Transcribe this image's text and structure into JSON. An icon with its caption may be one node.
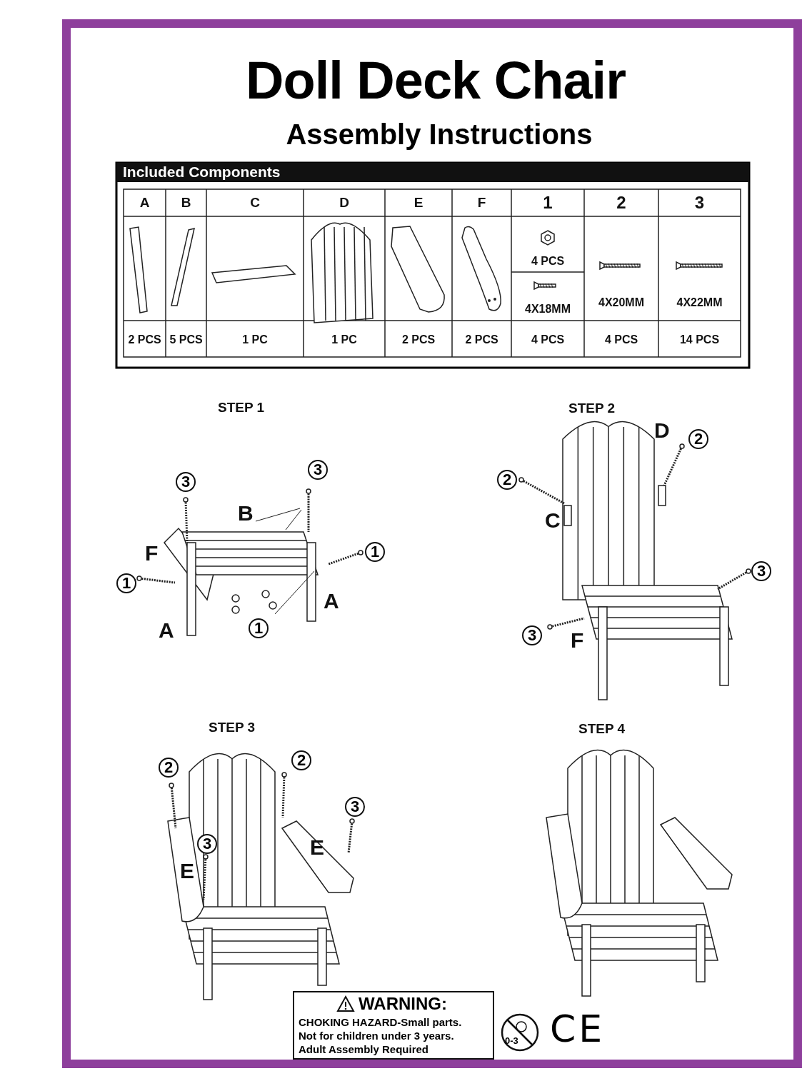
{
  "diagram": {
    "title": "Doll Deck Chair",
    "nodes": [
      {
        "text": [
          "WARNING:",
          "CHOKING HAZARD-Small parts. Not for children under 3 years. Adult Assembly Required"
        ]
      }
    ],
    "labels": [
      "Assembly Instructions",
      "Included Components",
      "A",
      "B",
      "C",
      "D",
      "E",
      "F",
      "1",
      "2",
      "3",
      "4 PCS",
      "4X18MM",
      "4X20MM",
      "4X22MM",
      "2 PCS",
      "5 PCS",
      "1 PC",
      "1 PC",
      "2 PCS",
      "2 PCS",
      "4 PCS",
      "4 PCS",
      "14 PCS",
      "STEP 1",
      "3",
      "3",
      "B",
      "F",
      "1",
      "1",
      "A",
      "1",
      "A",
      "STEP 2",
      "D",
      "2",
      "2",
      "C",
      "3",
      "3",
      "F",
      "STEP 3",
      "2",
      "2",
      "3",
      "3",
      "E",
      "E",
      "STEP 4",
      "0-3",
      "CE"
    ]
  }
}
